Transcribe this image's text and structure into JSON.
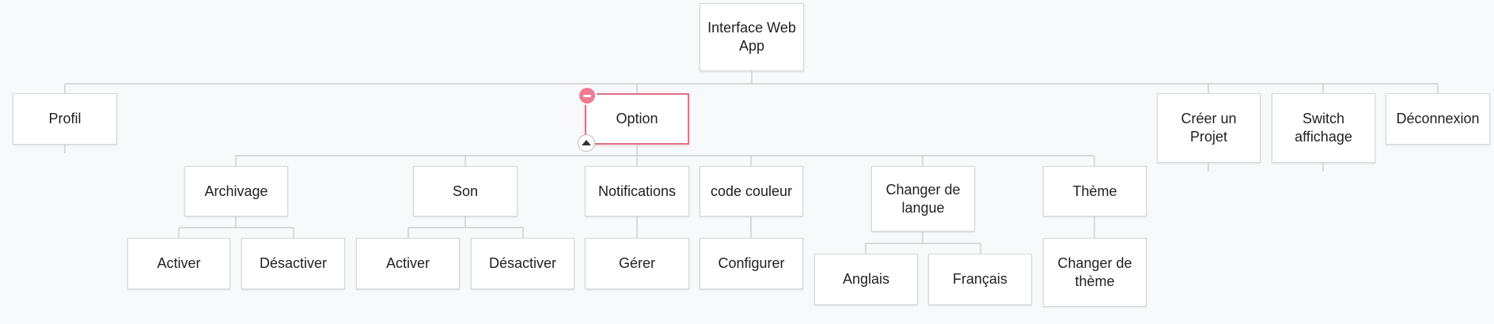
{
  "diagram": {
    "root": "Interface Web App",
    "level1": {
      "profil": "Profil",
      "option": "Option",
      "creer_projet": "Créer un Projet",
      "switch_affichage": "Switch affichage",
      "deconnexion": "Déconnexion"
    },
    "option_children": {
      "archivage": "Archivage",
      "son": "Son",
      "notifications": "Notifications",
      "code_couleur": "code couleur",
      "changer_langue": "Changer de langue",
      "theme": "Thème"
    },
    "leaves": {
      "archivage_activer": "Activer",
      "archivage_desactiver": "Désactiver",
      "son_activer": "Activer",
      "son_desactiver": "Désactiver",
      "notifications_gerer": "Gérer",
      "code_couleur_configurer": "Configurer",
      "langue_anglais": "Anglais",
      "langue_francais": "Français",
      "theme_changer": "Changer de thème"
    }
  },
  "colors": {
    "selected_border": "#e0708a",
    "minus_badge": "#ef7a94",
    "connector": "#c4c6c9",
    "background": "#f8f9fa"
  },
  "icons": {
    "remove_badge": "minus-circle-icon",
    "collapse_badge": "collapse-up-icon"
  }
}
